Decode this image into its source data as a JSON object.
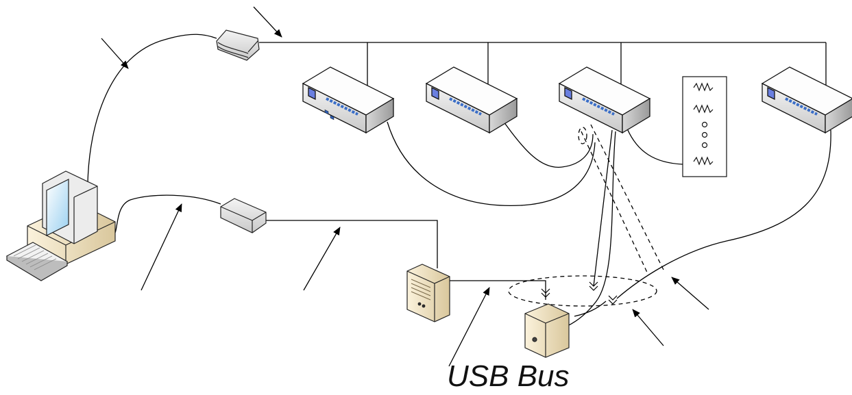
{
  "diagram": {
    "bus_label": "USB Bus",
    "nodes": [
      {
        "id": "pc",
        "icon": "desktop-computer-icon"
      },
      {
        "id": "hub-top",
        "icon": "network-hub-icon"
      },
      {
        "id": "adapter",
        "icon": "adapter-box-icon"
      },
      {
        "id": "instrument-1",
        "icon": "rack-instrument-icon"
      },
      {
        "id": "instrument-2",
        "icon": "rack-instrument-icon"
      },
      {
        "id": "instrument-3",
        "icon": "rack-instrument-icon"
      },
      {
        "id": "instrument-4",
        "icon": "rack-instrument-icon"
      },
      {
        "id": "load-panel",
        "icon": "resistor-panel-icon"
      },
      {
        "id": "server-tower",
        "icon": "server-tower-icon"
      },
      {
        "id": "usb-controller",
        "icon": "small-server-icon"
      }
    ]
  }
}
